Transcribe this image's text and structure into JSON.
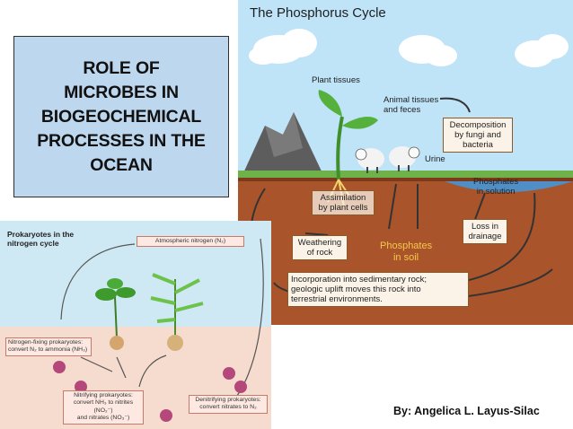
{
  "slide": {
    "title": "ROLE OF\nMICROBES IN\nBIOGEOCHEMICAL\nPROCESSES IN THE\nOCEAN",
    "author": "By: Angelica L. Layus-Silac"
  },
  "phosphorus_figure": {
    "title": "The Phosphorus Cycle",
    "plant_tissues": "Plant tissues",
    "animal_tissues": "Animal tissues\nand feces",
    "decomposition": "Decomposition\nby fungi and\nbacteria",
    "urine": "Urine",
    "phosphates_in_solution": "Phosphates\nin solution",
    "assimilation": "Assimilation\nby plant cells",
    "loss_in_drainage": "Loss in\ndrainage",
    "weathering": "Weathering\nof rock",
    "phosphates_in_soil": "Phosphates\nin soil",
    "incorporation": "Incorporation into sedimentary rock;\ngeologic uplift moves this rock into\nterrestrial environments.",
    "colors": {
      "sky": "#bfe3f7",
      "soil": "#a9542b",
      "water": "#5a9fd6",
      "accent": "#f7c948"
    }
  },
  "nitrogen_figure": {
    "title": "Prokaryotes in the\nnitrogen cycle",
    "atmospheric": "Atmospheric nitrogen (N₂)",
    "nitrogen_fixing": "Nitrogen-fixing prokaryotes:\nconvert N₂ to ammonia (NH₃)",
    "nitrifying": "Nitrifying prokaryotes:\nconvert NH₃ to nitrites (NO₂⁻)\nand nitrates (NO₃⁻)",
    "denitrifying": "Denitrifying prokaryotes:\nconvert nitrates to N₂",
    "colors": {
      "sky": "#cfe9f4",
      "soil": "#f6dccf"
    }
  }
}
